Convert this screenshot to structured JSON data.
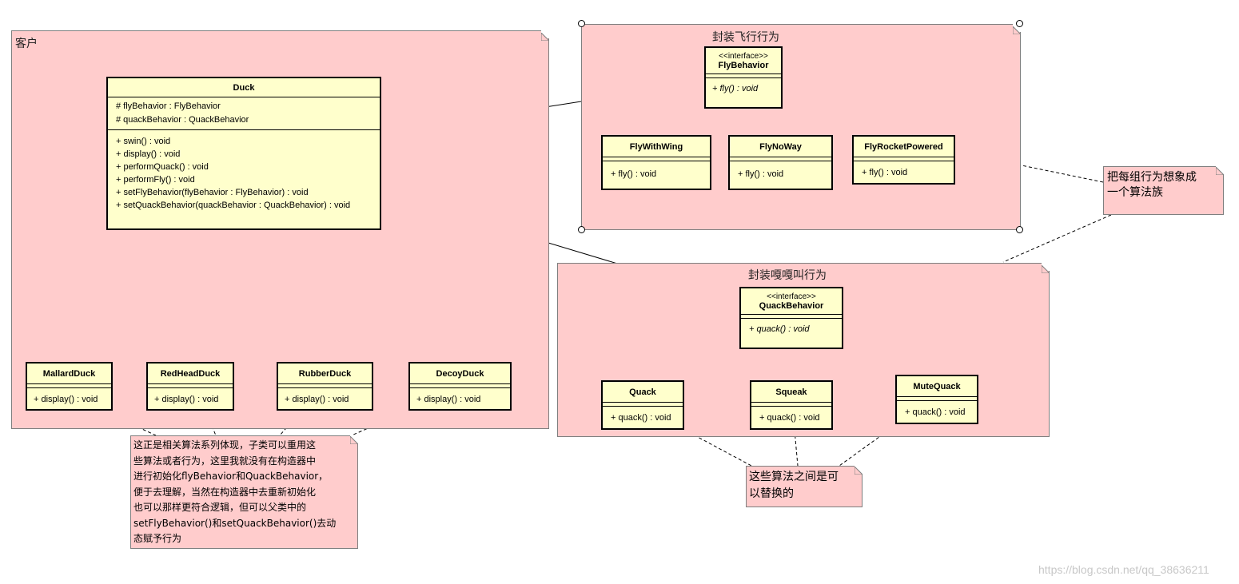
{
  "packages": {
    "client": {
      "title": "客户"
    },
    "fly": {
      "title": "封装飞行行为"
    },
    "quack": {
      "title": "封装嘎嘎叫行为"
    }
  },
  "classes": {
    "duck": {
      "name": "Duck",
      "attributes": [
        "# flyBehavior : FlyBehavior",
        "# quackBehavior : QuackBehavior"
      ],
      "operations": [
        "+ swin() : void",
        "+ display() : void",
        "+ performQuack() : void",
        "+ performFly() : void",
        "+ setFlyBehavior(flyBehavior : FlyBehavior) : void",
        "+ setQuackBehavior(quackBehavior : QuackBehavior) : void"
      ]
    },
    "mallard": {
      "name": "MallardDuck",
      "op": "+ display() : void"
    },
    "redhead": {
      "name": "RedHeadDuck",
      "op": "+ display() : void"
    },
    "rubber": {
      "name": "RubberDuck",
      "op": "+ display() : void"
    },
    "decoy": {
      "name": "DecoyDuck",
      "op": "+ display() : void"
    },
    "flyBehavior": {
      "stereotype": "<<interface>>",
      "name": "FlyBehavior",
      "op": "+ fly() : void"
    },
    "flyWithWing": {
      "name": "FlyWithWing",
      "op": "+ fly() : void"
    },
    "flyNoWay": {
      "name": "FlyNoWay",
      "op": "+ fly() : void"
    },
    "flyRocket": {
      "name": "FlyRocketPowered",
      "op": "+ fly() : void"
    },
    "quackBehavior": {
      "stereotype": "<<interface>>",
      "name": "QuackBehavior",
      "op": "+ quack() : void"
    },
    "quackCls": {
      "name": "Quack",
      "op": "+ quack() : void"
    },
    "squeak": {
      "name": "Squeak",
      "op": "+ quack() : void"
    },
    "muteQuack": {
      "name": "MuteQuack",
      "op": "+ quack() : void"
    }
  },
  "notes": {
    "family": [
      "把每组行为想象成",
      "一个算法族"
    ],
    "reuse": [
      "这正是相关算法系列体现，子类可以重用这",
      "些算法或者行为，这里我就没有在构造器中",
      "进行初始化flyBehavior和QuackBehavior，",
      "便于去理解，当然在构造器中去重新初始化",
      "也可以那样更符合逻辑，但可以父类中的",
      "setFlyBehavior()和setQuackBehavior()去动",
      "态赋予行为"
    ],
    "replace": [
      "这些算法之间是可",
      "以替换的"
    ]
  },
  "watermark": "https://blog.csdn.net/qq_38636211",
  "colors": {
    "package": "#ffcccc",
    "class": "#ffffcc",
    "border": "#000000"
  }
}
